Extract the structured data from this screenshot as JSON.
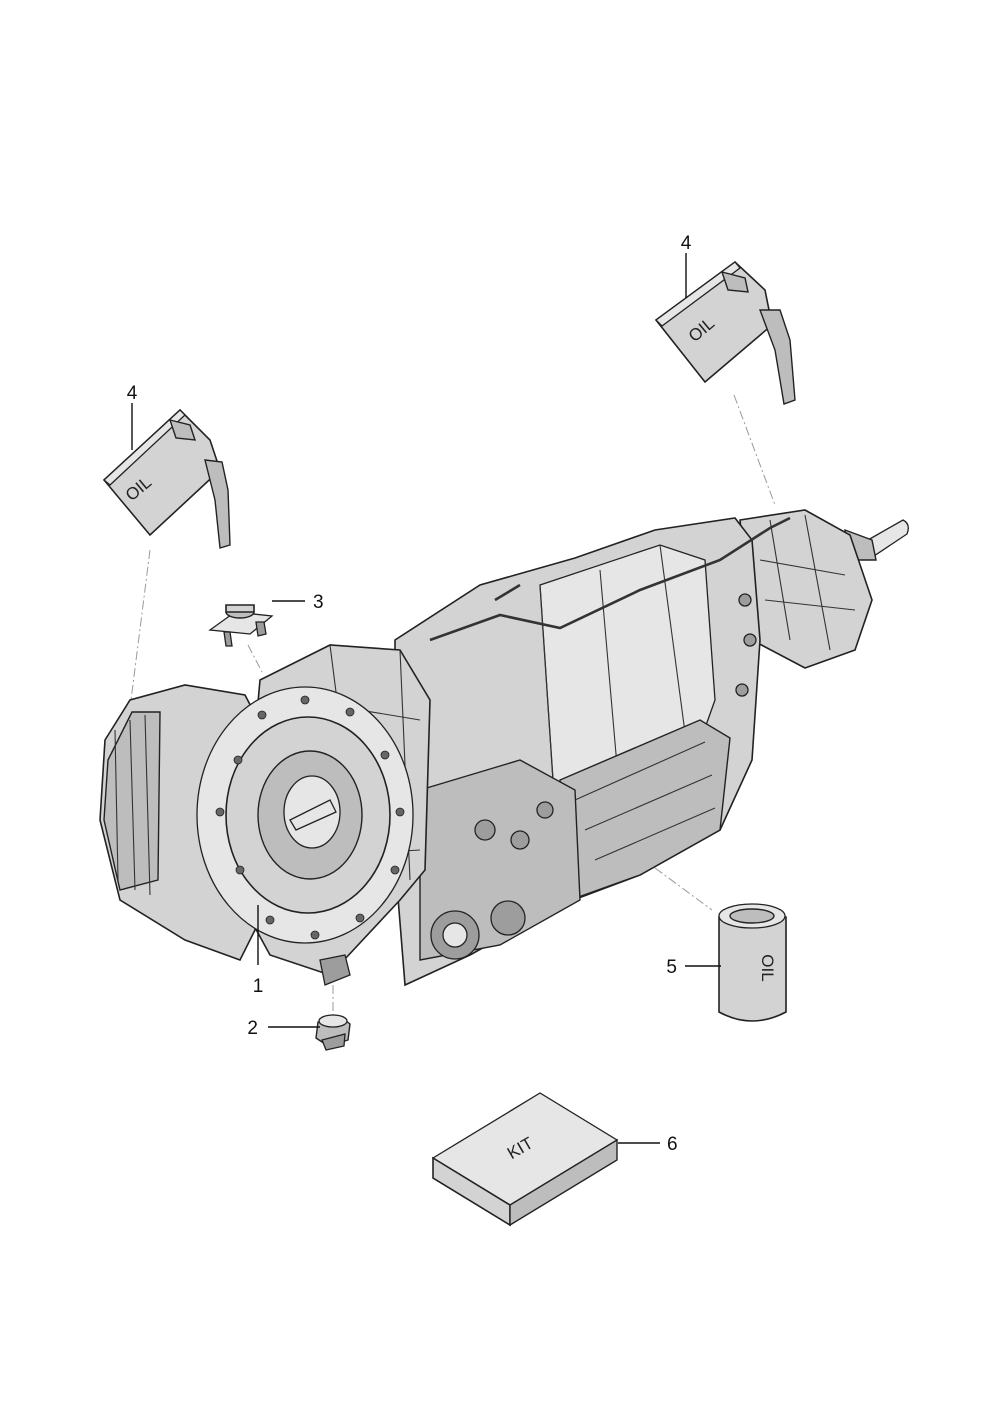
{
  "callouts": [
    {
      "id": "1",
      "label": "1"
    },
    {
      "id": "2",
      "label": "2"
    },
    {
      "id": "3",
      "label": "3"
    },
    {
      "id": "4a",
      "label": "4"
    },
    {
      "id": "4b",
      "label": "4"
    },
    {
      "id": "5",
      "label": "5"
    },
    {
      "id": "6",
      "label": "6"
    }
  ],
  "labels": {
    "oil_can_left": "OIL",
    "oil_can_right": "OIL",
    "oil_filter": "OIL",
    "kit_box": "KIT"
  },
  "colors": {
    "line": "#111111",
    "part_fill": "#d3d3d3",
    "shade": "#9d9d9d"
  }
}
